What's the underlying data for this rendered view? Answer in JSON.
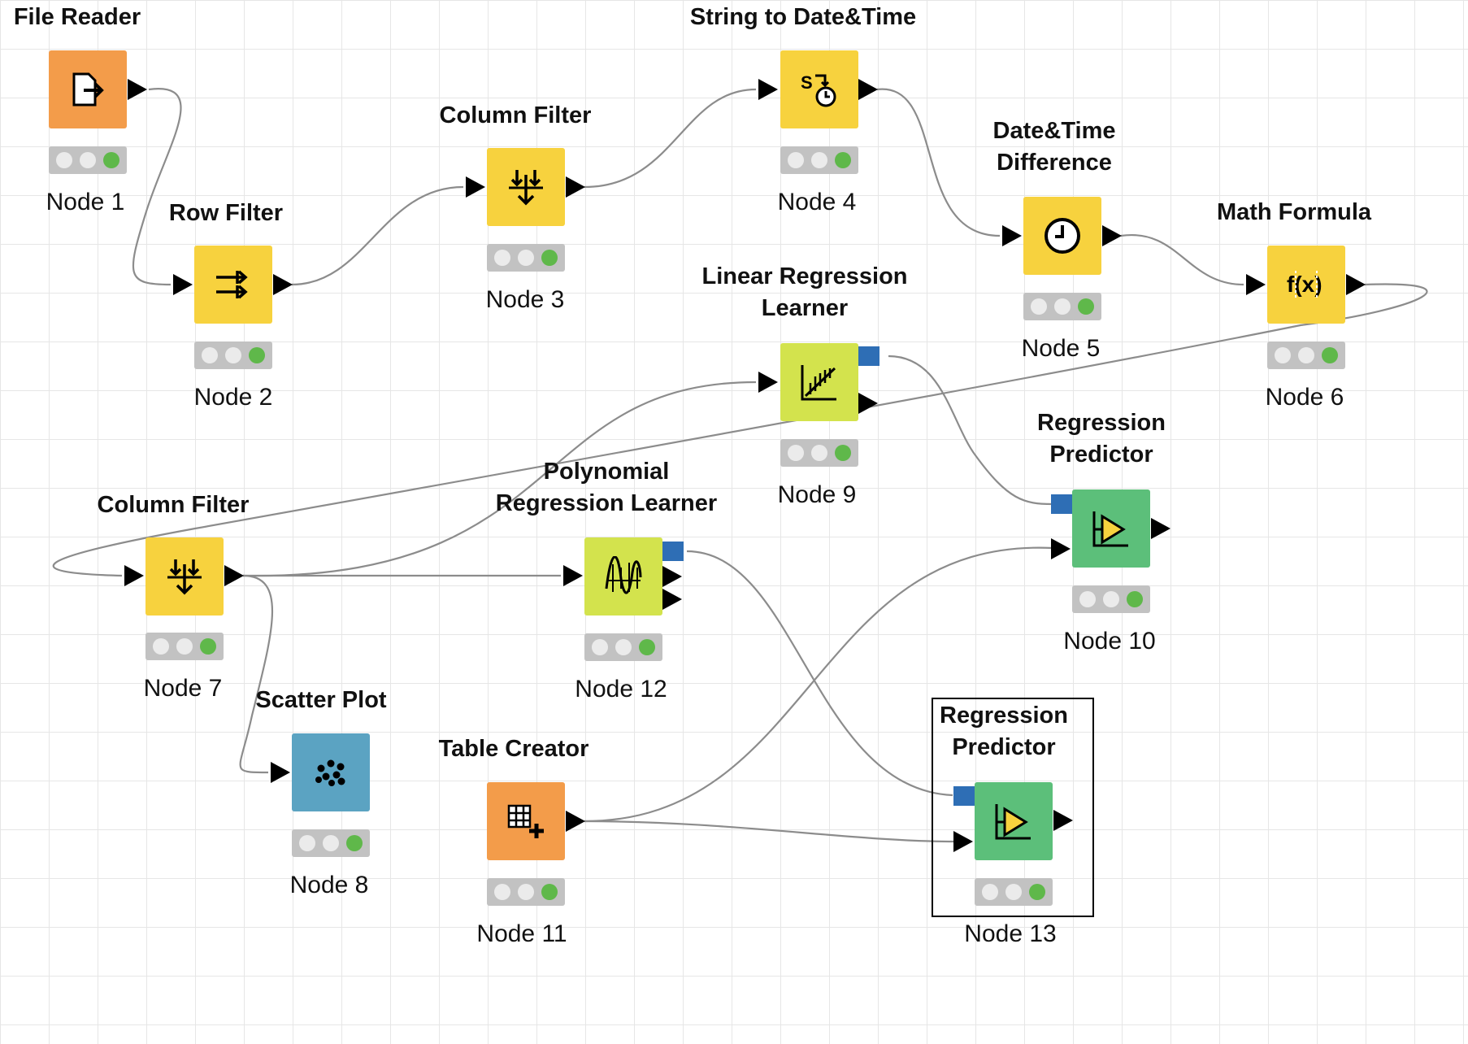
{
  "colors": {
    "source": "#f39c4a",
    "manipulator": "#f7d23e",
    "learner": "#d3e34d",
    "predictor": "#5cbf7a",
    "visualizer": "#5ba3c2",
    "status_ok": "#5fb84a",
    "model_port": "#2e6eb5"
  },
  "nodes": {
    "n1": {
      "title": "File Reader",
      "label": "Node 1",
      "icon": "file-reader-icon"
    },
    "n2": {
      "title": "Row Filter",
      "label": "Node 2",
      "icon": "row-filter-icon"
    },
    "n3": {
      "title": "Column Filter",
      "label": "Node 3",
      "icon": "column-filter-icon"
    },
    "n4": {
      "title": "String to Date&Time",
      "label": "Node 4",
      "icon": "string-to-datetime-icon"
    },
    "n5": {
      "title_line1": "Date&Time",
      "title_line2": "Difference",
      "label": "Node 5",
      "icon": "clock-icon"
    },
    "n6": {
      "title": "Math Formula",
      "label": "Node 6",
      "icon": "math-formula-icon"
    },
    "n7": {
      "title": "Column Filter",
      "label": "Node 7",
      "icon": "column-filter-icon"
    },
    "n8": {
      "title": "Scatter Plot",
      "label": "Node 8",
      "icon": "scatter-plot-icon"
    },
    "n9": {
      "title_line1": "Linear Regression",
      "title_line2": "Learner",
      "label": "Node 9",
      "icon": "linear-regression-icon"
    },
    "n10": {
      "title_line1": "Regression",
      "title_line2": "Predictor",
      "label": "Node 10",
      "icon": "predictor-icon"
    },
    "n11": {
      "title": "Table Creator",
      "label": "Node 11",
      "icon": "table-creator-icon"
    },
    "n12": {
      "title_line1": "Polynomial",
      "title_line2": "Regression Learner",
      "label": "Node 12",
      "icon": "polynomial-regression-icon"
    },
    "n13": {
      "title_line1": "Regression",
      "title_line2": "Predictor",
      "label": "Node 13",
      "icon": "predictor-icon",
      "selected": true
    }
  }
}
